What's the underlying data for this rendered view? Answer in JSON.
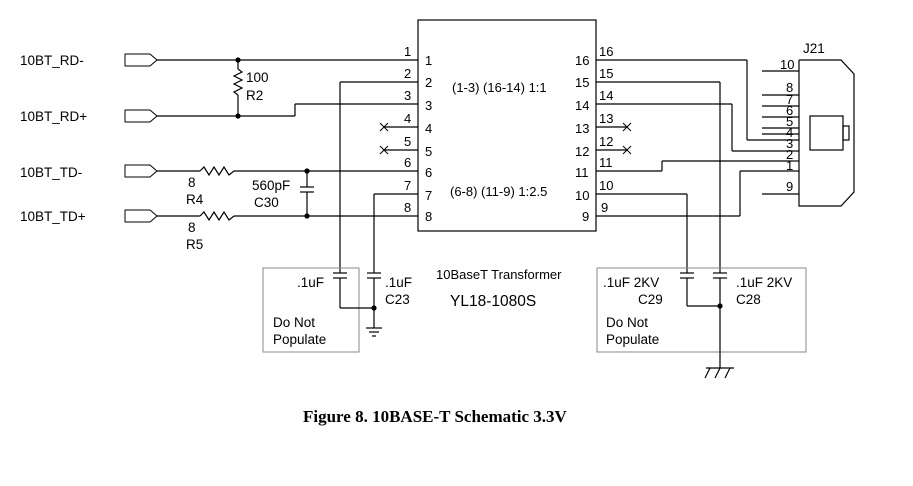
{
  "nets": {
    "rd_minus": "10BT_RD-",
    "rd_plus": "10BT_RD+",
    "td_minus": "10BT_TD-",
    "td_plus": "10BT_TD+"
  },
  "components": {
    "r2": {
      "ref": "R2",
      "value": "100"
    },
    "r4": {
      "ref": "R4",
      "value": "8"
    },
    "r5": {
      "ref": "R5",
      "value": "8"
    },
    "c30": {
      "ref": "C30",
      "value": "560pF"
    },
    "c23": {
      "ref": "C23",
      "value": ".1uF"
    },
    "c_unlabeled": {
      "value": ".1uF"
    },
    "c29": {
      "ref": "C29",
      "value": ".1uF 2KV"
    },
    "c28": {
      "ref": "C28",
      "value": ".1uF 2KV"
    },
    "j21": {
      "ref": "J21"
    }
  },
  "transformer": {
    "name": "10BaseT Transformer",
    "part": "YL18-1080S",
    "ratio_top": "(1-3) (16-14) 1:1",
    "ratio_bottom": "(6-8) (11-9) 1:2.5",
    "pins_left": [
      "1",
      "2",
      "3",
      "4",
      "5",
      "6",
      "7",
      "8"
    ],
    "pins_right": [
      "16",
      "15",
      "14",
      "13",
      "12",
      "11",
      "10",
      "9"
    ]
  },
  "connector_pins": [
    "10",
    "8",
    "7",
    "6",
    "5",
    "4",
    "3",
    "2",
    "1",
    "9"
  ],
  "notes": {
    "dnp_left_line1": "Do Not",
    "dnp_left_line2": "Populate",
    "dnp_right_line1": "Do Not",
    "dnp_right_line2": "Populate"
  },
  "caption": "Figure 8.  10BASE-T Schematic 3.3V"
}
